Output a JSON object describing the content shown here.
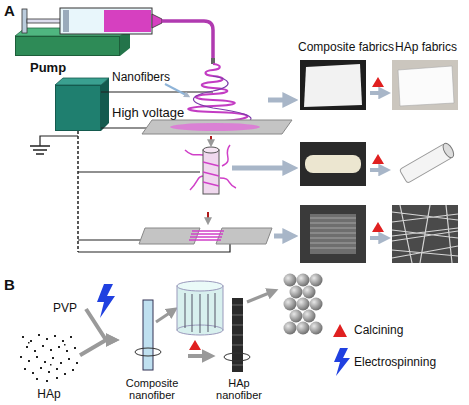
{
  "diagram": {
    "nodes": [
      {
        "text": [
          "Pump"
        ]
      },
      {
        "text": [
          "High voltage"
        ]
      },
      {
        "text": [
          "PVP"
        ]
      },
      {
        "text": [
          "HAp"
        ]
      },
      {
        "text": [
          "Composite nanofiber"
        ]
      },
      {
        "text": [
          "HAp nanofiber"
        ]
      }
    ],
    "edges": [
      {
        "from": 2,
        "to": 4,
        "arrow": "to"
      },
      {
        "from": 3,
        "to": 4,
        "arrow": "to"
      },
      {
        "from": 4,
        "to": 5,
        "arrow": "to"
      }
    ],
    "labels": [
      "A",
      "Nanofibers",
      "Composite fabrics",
      "HAp fabrics",
      "B"
    ],
    "legend": [
      {
        "text": "Calcining"
      },
      {
        "text": "Electrospinning"
      }
    ]
  }
}
